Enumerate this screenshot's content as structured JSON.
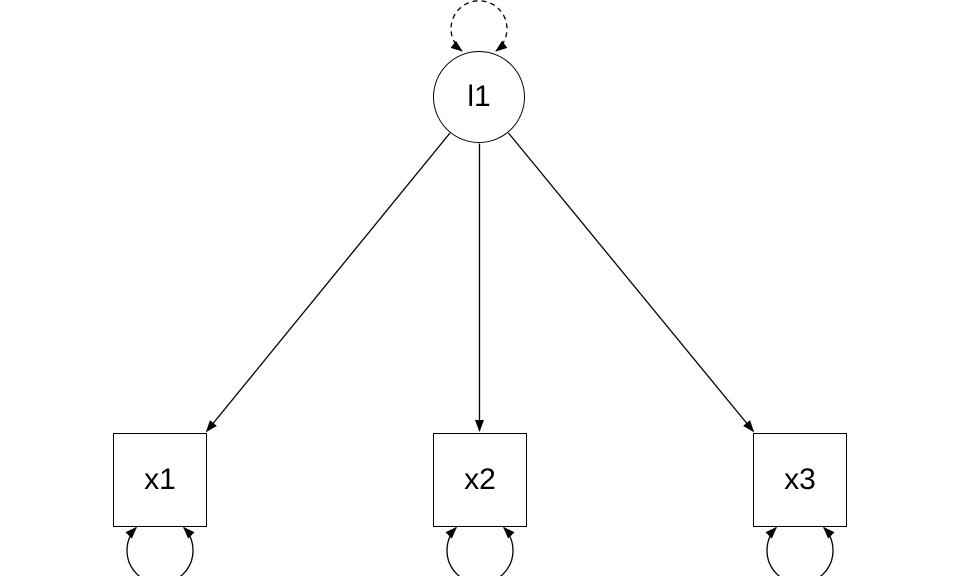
{
  "diagram": {
    "kind": "sem-path-diagram",
    "background_color": "#ffffff",
    "line_color": "#000000",
    "latent_node": {
      "label": "l1",
      "shape": "circle"
    },
    "manifest_nodes": [
      {
        "label": "x1",
        "shape": "square"
      },
      {
        "label": "x2",
        "shape": "square"
      },
      {
        "label": "x3",
        "shape": "square"
      }
    ],
    "edges": [
      {
        "from": "l1",
        "to": "x1",
        "type": "directed-loading",
        "style": "solid"
      },
      {
        "from": "l1",
        "to": "x2",
        "type": "directed-loading",
        "style": "solid"
      },
      {
        "from": "l1",
        "to": "x3",
        "type": "directed-loading",
        "style": "solid"
      },
      {
        "from": "l1",
        "to": "l1",
        "type": "variance-self-loop",
        "style": "dashed"
      },
      {
        "from": "x1",
        "to": "x1",
        "type": "residual-variance-self-loop",
        "style": "solid"
      },
      {
        "from": "x2",
        "to": "x2",
        "type": "residual-variance-self-loop",
        "style": "solid"
      },
      {
        "from": "x3",
        "to": "x3",
        "type": "residual-variance-self-loop",
        "style": "solid"
      }
    ]
  }
}
